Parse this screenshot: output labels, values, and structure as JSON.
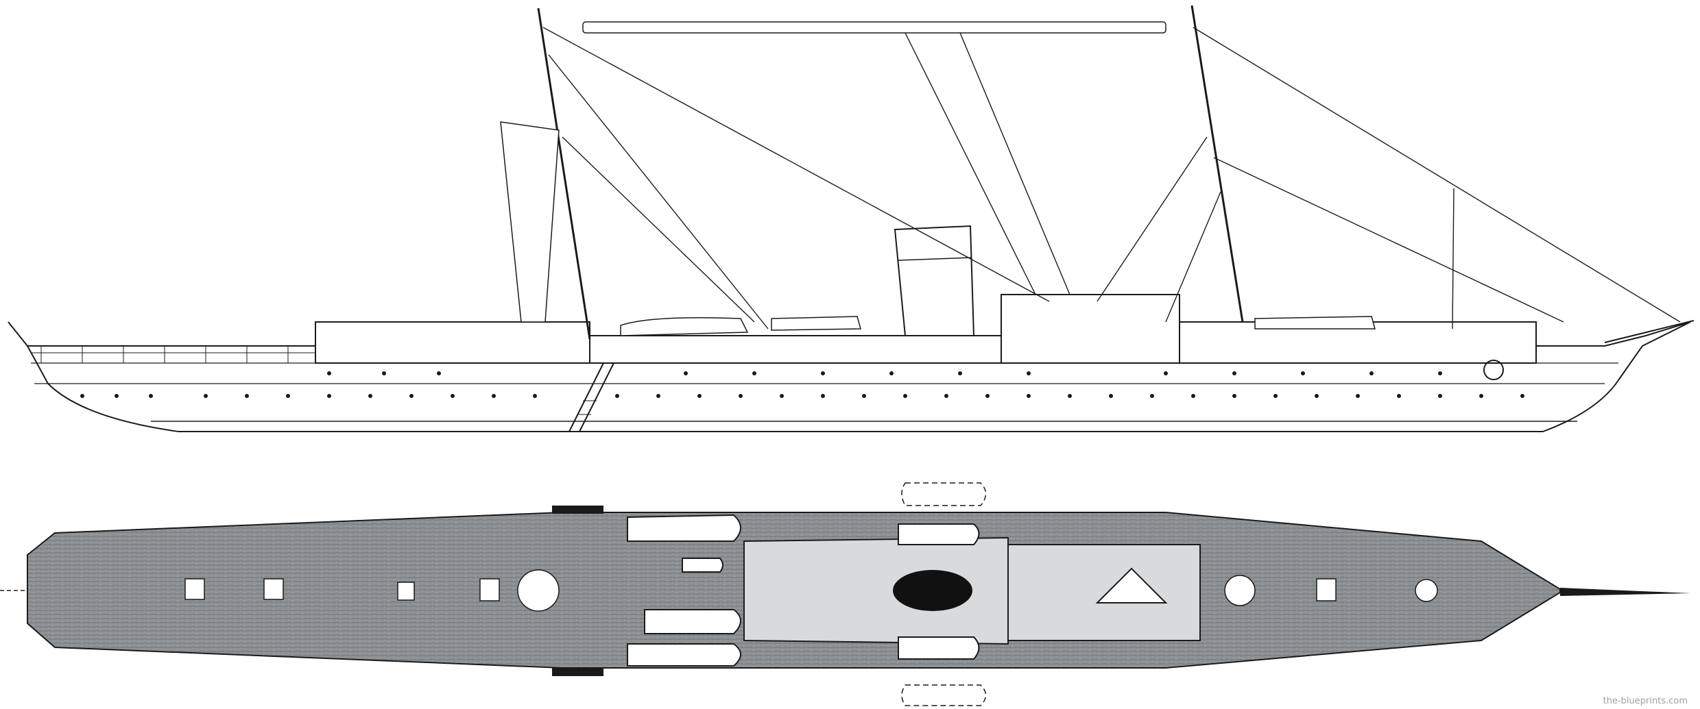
{
  "watermark": "the-blueprints.com",
  "colors": {
    "ink": "#1a1a1a",
    "deck": "#8f9294",
    "deck_dark": "#6e7173",
    "paper": "#ffffff",
    "funnel_cap": "#111111"
  },
  "views": [
    "side-elevation",
    "top-plan"
  ]
}
